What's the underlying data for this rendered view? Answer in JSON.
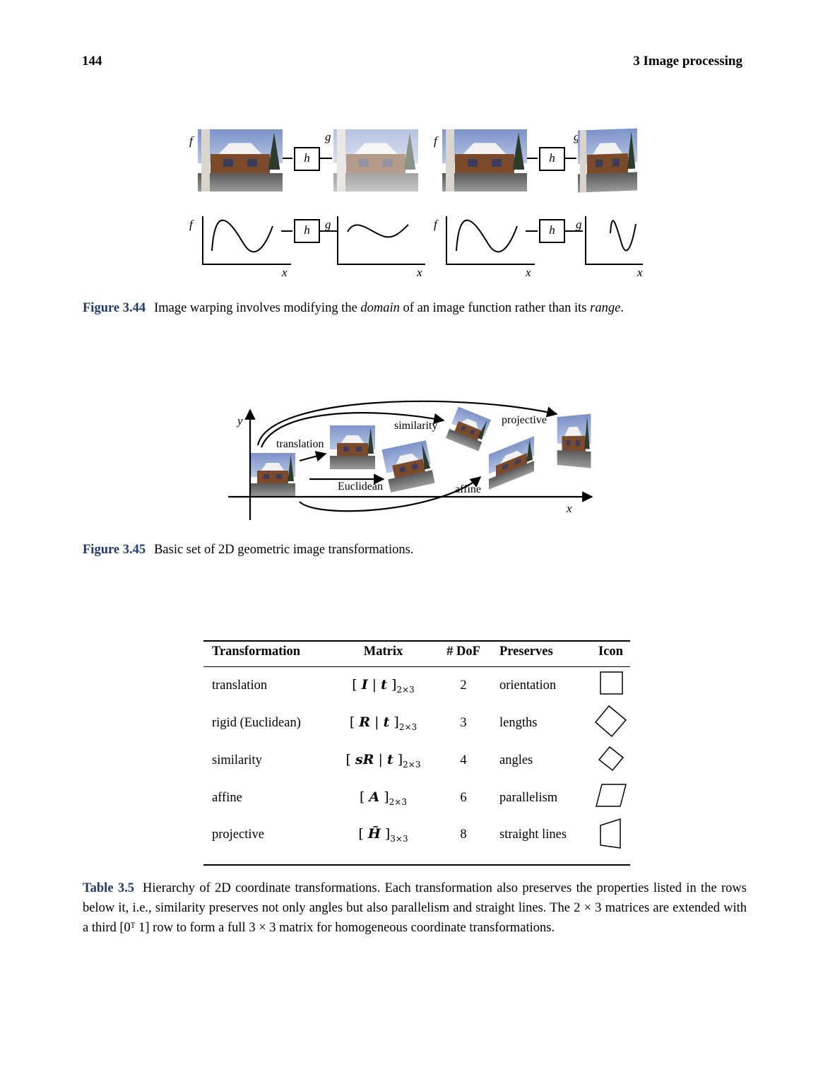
{
  "header": {
    "page_number": "144",
    "chapter": "3  Image processing"
  },
  "fig344": {
    "labels": {
      "f": "f",
      "g": "g",
      "h": "h",
      "x": "x"
    },
    "caption_label": "Figure 3.44",
    "caption_pre": "Image warping involves modifying the ",
    "caption_domain": "domain",
    "caption_mid": " of an image function rather than its ",
    "caption_range": "range",
    "caption_end": "."
  },
  "fig345": {
    "axis_y": "y",
    "axis_x": "x",
    "labels": [
      "translation",
      "similarity",
      "projective",
      "Euclidean",
      "affine"
    ],
    "caption_label": "Figure 3.45",
    "caption_text": "Basic set of 2D geometric image transformations."
  },
  "table": {
    "headers": [
      "Transformation",
      "Matrix",
      "# DoF",
      "Preserves",
      "Icon"
    ],
    "rows": [
      {
        "name": "translation",
        "matrix_main": "I",
        "matrix_second": "t",
        "matrix_sub": "2×3",
        "dof": "2",
        "preserves": "orientation",
        "icon": "square-icon"
      },
      {
        "name": "rigid (Euclidean)",
        "matrix_main": "R",
        "matrix_second": "t",
        "matrix_sub": "2×3",
        "dof": "3",
        "preserves": "lengths",
        "icon": "rotated-square-icon"
      },
      {
        "name": "similarity",
        "matrix_main": "sR",
        "matrix_second": "t",
        "matrix_sub": "2×3",
        "dof": "4",
        "preserves": "angles",
        "icon": "small-rotated-square-icon"
      },
      {
        "name": "affine",
        "matrix_main": "A",
        "matrix_second": "",
        "matrix_sub": "2×3",
        "dof": "6",
        "preserves": "parallelism",
        "icon": "parallelogram-icon"
      },
      {
        "name": "projective",
        "matrix_main": "H̃",
        "matrix_second": "",
        "matrix_sub": "3×3",
        "dof": "8",
        "preserves": "straight lines",
        "icon": "quadrilateral-icon"
      }
    ],
    "caption_label": "Table 3.5",
    "caption_text": "Hierarchy of 2D coordinate transformations. Each transformation also preserves the properties listed in the rows below it, i.e., similarity preserves not only angles but also parallelism and straight lines. The 2 × 3 matrices are extended with a third [0ᵀ 1] row to form a full 3 × 3 matrix for homogeneous coordinate transformations."
  }
}
